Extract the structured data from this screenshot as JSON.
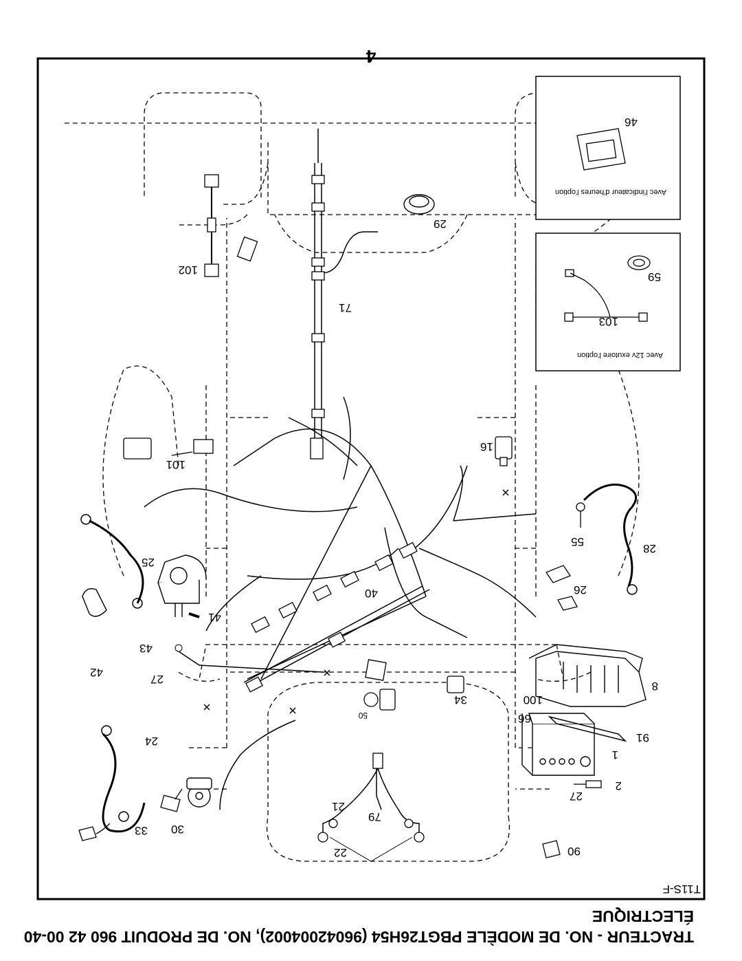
{
  "title": {
    "line1": "TRACTEUR - NO. DE MODÈLE PBGT26H54 (96042004002), NO. DE PRODUIT 960 42 00-40",
    "line2": "ÉLECTRIQUE"
  },
  "page_number": "4",
  "drawing_code": "T11S-F",
  "insets": {
    "hour_meter_caption": "Avec l'indicateur d'heures l'option",
    "outlet_caption": "Avec 12v exutoire l'option"
  },
  "part_labels": {
    "p1": "1",
    "p2": "2",
    "p8": "8",
    "p16": "16",
    "p21": "21",
    "p22": "22",
    "p24": "24",
    "p25": "25",
    "p26": "26",
    "p27a": "27",
    "p27b": "27",
    "p28": "28",
    "p29": "29",
    "p30": "30",
    "p33": "33",
    "p34": "34",
    "p40": "40",
    "p41": "41",
    "p42": "42",
    "p43": "43",
    "p46": "46",
    "p50": "50",
    "p55": "55",
    "p59": "59",
    "p66": "66",
    "p71": "71",
    "p79": "79",
    "p90": "90",
    "p91": "91",
    "p100": "100",
    "p101": "101",
    "p102": "102",
    "p103": "103"
  }
}
